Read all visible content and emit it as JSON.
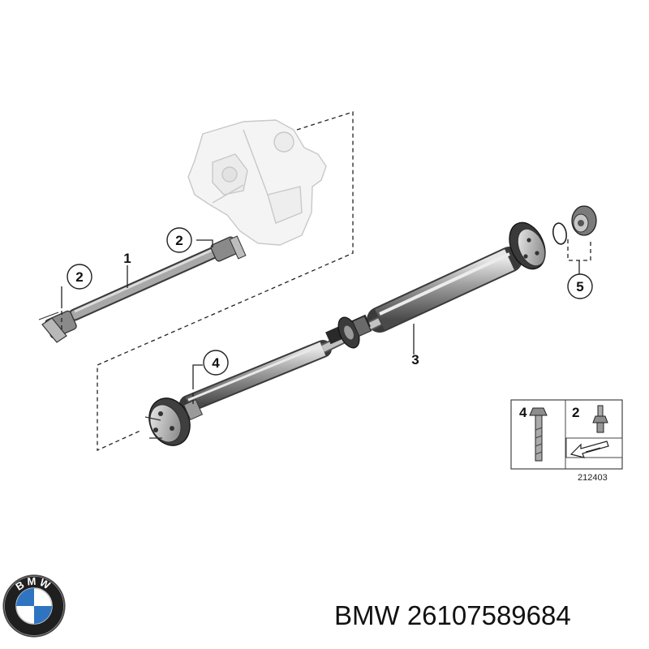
{
  "callouts": {
    "c1": "1",
    "c2a": "2",
    "c2b": "2",
    "c3": "3",
    "c4": "4",
    "c5": "5"
  },
  "legend": {
    "item4": "4",
    "item2": "2",
    "ref": "212403"
  },
  "logo": {
    "text": "BMW"
  },
  "caption": {
    "brand": "BMW",
    "part_number": "26107589684"
  }
}
